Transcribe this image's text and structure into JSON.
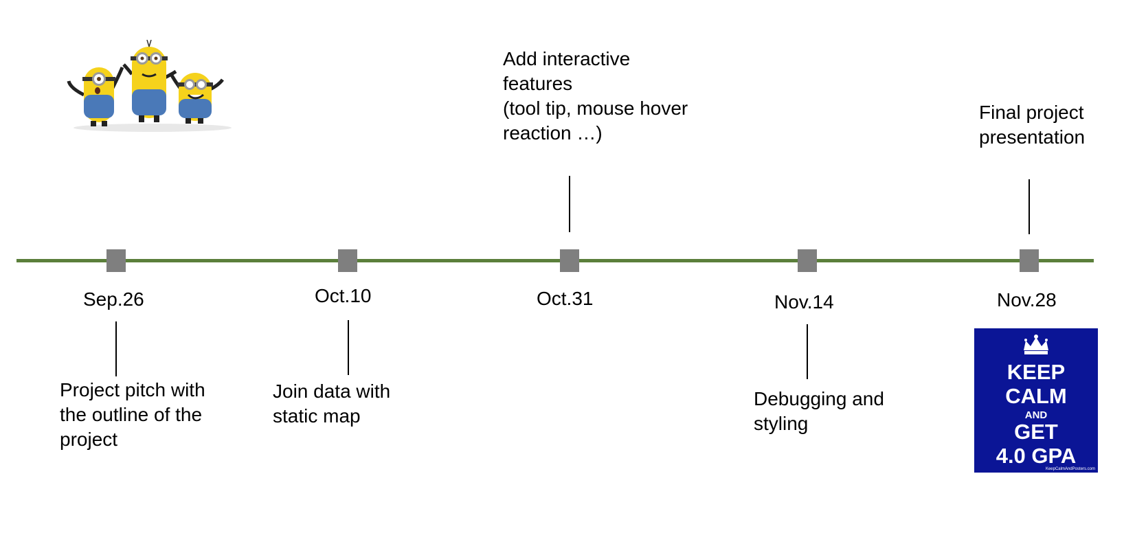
{
  "colors": {
    "timeline": "#5b7f3b",
    "marker": "#7f7f7f",
    "poster_bg": "#0b1596",
    "minion_yellow": "#f5d21c",
    "minion_overalls": "#4a79b8"
  },
  "milestones": [
    {
      "date": "Sep.26",
      "text": "Project pitch with\nthe outline of the\nproject",
      "position": "below"
    },
    {
      "date": "Oct.10",
      "text": "Join data with\nstatic map",
      "position": "below"
    },
    {
      "date": "Oct.31",
      "text": "Add interactive\nfeatures\n(tool tip, mouse hover\nreaction …)",
      "position": "above"
    },
    {
      "date": "Nov.14",
      "text": "Debugging and\nstyling",
      "position": "below"
    },
    {
      "date": "Nov.28",
      "text": "Final project\npresentation",
      "position": "above"
    }
  ],
  "poster": {
    "line1": "KEEP",
    "line2": "CALM",
    "line3": "AND",
    "line4": "GET",
    "line5": "4.0 GPA",
    "credit": "KeepCalmAndPosters.com"
  },
  "illustration": {
    "icon": "minions-icon"
  }
}
